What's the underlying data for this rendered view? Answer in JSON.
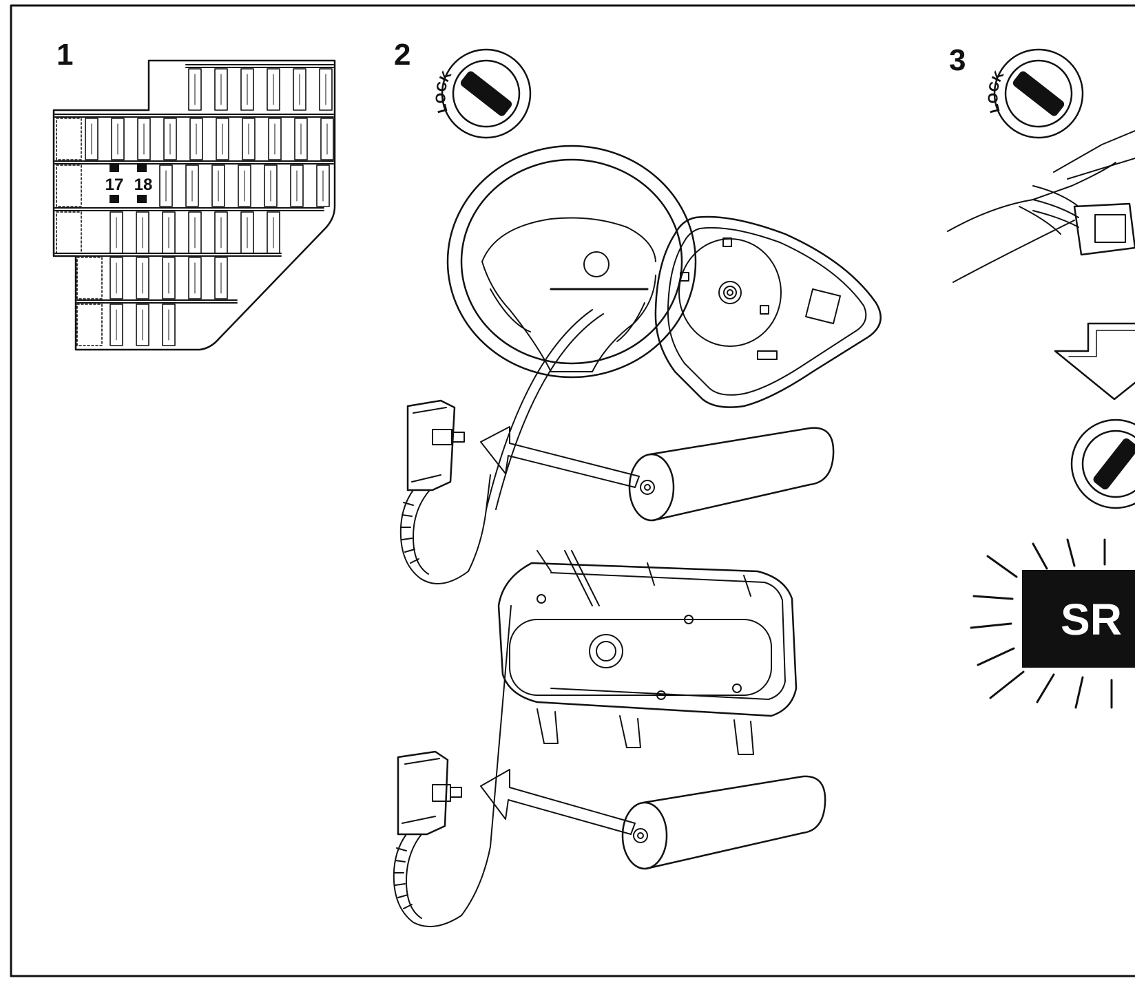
{
  "steps": [
    {
      "number": "1"
    },
    {
      "number": "2"
    },
    {
      "number": "3"
    }
  ],
  "fusebox": {
    "highlighted_fuses": [
      "17",
      "18"
    ]
  },
  "ignition": {
    "lock_label": "LOCK"
  },
  "warning_lamp": {
    "text": "SR"
  },
  "colors": {
    "ink": "#111111",
    "paper": "#ffffff",
    "lamp_bg": "#111111",
    "lamp_text": "#ffffff"
  },
  "icons": [
    "fusebox-icon",
    "ignition-lock-icon",
    "steering-wheel-icon",
    "driver-airbag-module-icon",
    "passenger-airbag-module-icon",
    "connector-icon",
    "dummy-resistor-icon",
    "down-arrow-icon",
    "warning-lamp-icon"
  ]
}
